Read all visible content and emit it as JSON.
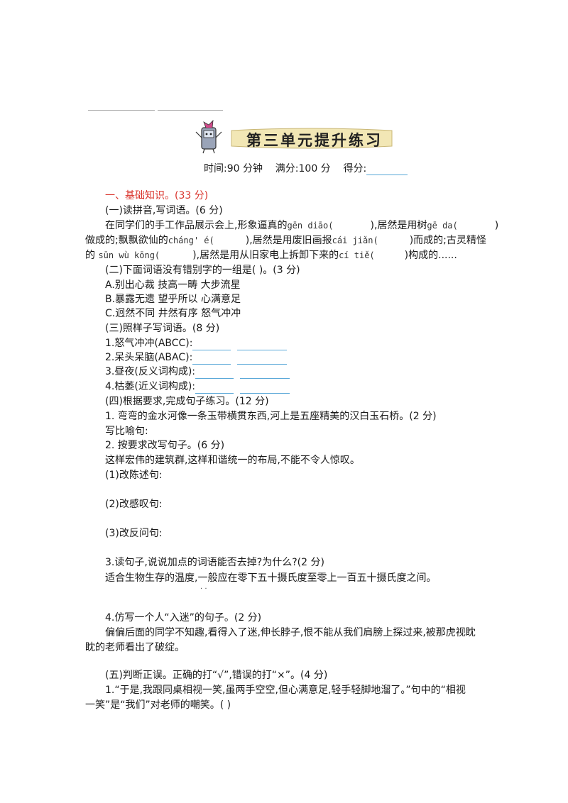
{
  "header": {
    "title": "第三单元提升练习",
    "time": "时间:90 分钟",
    "full_score": "满分:100 分",
    "score_label": "得分:"
  },
  "section1": {
    "heading": "一、基础知识。(33 分)",
    "q1_title": "(一)读拼音,写词语。(6 分)",
    "q1_line1": "在同学们的手工作品展示会上,形象逼真的",
    "q1_py1": "gēn diāo(",
    "q1_mid1": "),居然是用树",
    "q1_py2": "gē da(",
    "q1_end1": ")",
    "q1_line2a": "做成的;飘飘欲仙的",
    "q1_py3": "cháng' é(",
    "q1_mid2": "),居然是用废旧画报",
    "q1_py4": "cái jiǎn(",
    "q1_end2": ")而成的;古灵精怪",
    "q1_line3a": "的",
    "q1_py5": "sūn wù kōng(",
    "q1_mid3": "),居然是用从旧家电上拆卸下来的",
    "q1_py6": "cí tiě(",
    "q1_end3": ")构成的......",
    "q2_title": "(二)下面词语没有错别字的一组是(      )。(3 分)",
    "q2_options": [
      "A.别出心裁    技高一畴    大步流星",
      "B.暴露无遗    望乎所以    心满意足",
      "C.迥然不同    井然有序    怒气冲冲"
    ],
    "q3_title": "(三)照样子写词语。(8 分)",
    "q3_items": [
      "1.怒气冲冲(ABCC):",
      "2.呆头呆脑(ABAC):",
      "3.昼夜(反义词构成):",
      "4.枯萎(近义词构成):"
    ],
    "q4_title": "(四)根据要求,完成句子练习。(12 分)",
    "q4_1": "1.   弯弯的金水河像一条玉带横贯东西,河上是五座精美的汉白玉石桥。(2 分)",
    "q4_1_task": "写比喻句:",
    "q4_2": "2.   按要求改写句子。(6 分)",
    "q4_2_sentence": "这样宏伟的建筑群,这样和谐统一的布局,不能不令人惊叹。",
    "q4_2_a": "(1)改陈述句:",
    "q4_2_b": "(2)改感叹句:",
    "q4_2_c": "(3)改反问句:",
    "q4_3": "3.读句子,说说加点的词语能否去掉?为什么?(2 分)",
    "q4_3_sentence": "适合生物生存的温度,一般应在零下五十摄氏度至零上一百五十摄氏度之间。",
    "q4_4": "4.仿写一个人“入迷”的句子。(2 分)",
    "q4_4_p1": "偏偏后面的同学不知趣,看得入了迷,伸长脖子,恨不能从我们肩膀上探过来,被那虎视眈",
    "q4_4_p2": "眈的老师看出了破绽。",
    "q5_title": "(五)判断正误。正确的打“√”,错误的打“×”。(4 分)",
    "q5_1_p1": "1.“于是,我跟同桌相视一笑,虽两手空空,但心满意足,轻手轻脚地溜了。”句中的“相视",
    "q5_1_p2": "一笑”是“我们”对老师的嘲笑。(      )"
  },
  "colors": {
    "accent_red": "#d9332b",
    "blank_blue": "#5aa8d8",
    "banner": "#f2e7b5"
  }
}
